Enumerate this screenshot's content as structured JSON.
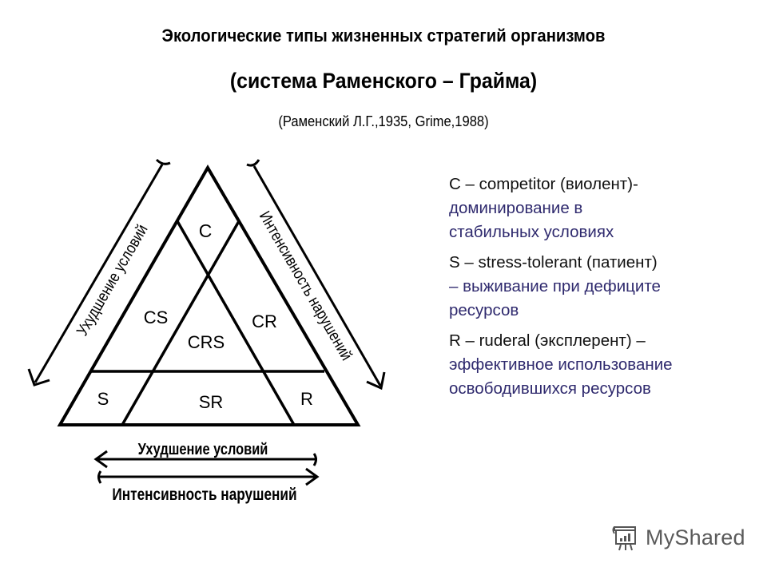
{
  "header": {
    "title_line1": "Экологические типы жизненных стратегий организмов",
    "title_line2": "(система Раменского – Грайма)",
    "citation": "(Раменский Л.Г.,1935, Grime,1988)"
  },
  "diagram": {
    "regions": [
      {
        "id": "C",
        "label": "C"
      },
      {
        "id": "CS",
        "label": "CS"
      },
      {
        "id": "CR",
        "label": "CR"
      },
      {
        "id": "CRS",
        "label": "CRS"
      },
      {
        "id": "S",
        "label": "S"
      },
      {
        "id": "SR",
        "label": "SR"
      },
      {
        "id": "R",
        "label": "R"
      }
    ],
    "axes": {
      "left_side": "Ухудшение условий",
      "right_side": "Интенсивность нарушений",
      "bottom_upper": "Ухудшение условий",
      "bottom_lower": "Интенсивность нарушений"
    },
    "line_color": "#000000"
  },
  "legend": {
    "items": [
      {
        "head": "C – competitor (виолент)-",
        "desc": "доминирование в стабильных условиях"
      },
      {
        "head": "S – stress-tolerant (патиент)",
        "desc": "– выживание при дефиците ресурсов"
      },
      {
        "head": "R – ruderal (эксплерент) –",
        "desc": "эффективное использование освободившихся ресурсов"
      }
    ],
    "desc_color": "#2f2a6e"
  },
  "watermark": {
    "text": "MyShared",
    "icon": "presentation-easel-icon"
  }
}
